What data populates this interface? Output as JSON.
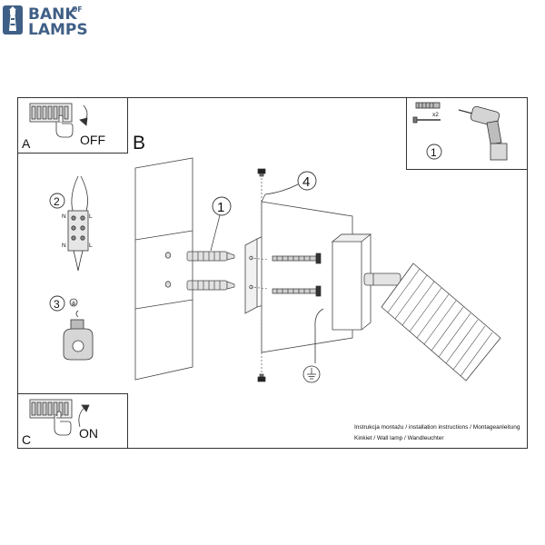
{
  "logo": {
    "line1": "BANK",
    "of": "OF",
    "line2": "LAMPS",
    "color": "#3f5f86"
  },
  "panels": {
    "a": {
      "letter": "A",
      "state": "OFF"
    },
    "b": {
      "letter": "B"
    },
    "c": {
      "letter": "C",
      "state": "ON"
    }
  },
  "callouts": {
    "tools_step": "1",
    "wires_step": "2",
    "ground_step": "3",
    "dowel_step": "1",
    "plate_step": "4"
  },
  "tools": {
    "multiplier": "x2"
  },
  "wire_labels": [
    "N",
    "L",
    "N",
    "L"
  ],
  "footer": {
    "line1": "Instrukcja montażu / installation instructions / Montageanleitung",
    "line2": "Kinkiet / Wall lamp / Wandleuchter"
  },
  "icons": [
    "lighthouse-icon",
    "switch-hand-off-icon",
    "drill-icon",
    "dowel-screw-icon",
    "terminal-block-icon",
    "ground-symbol-icon",
    "switch-hand-on-icon"
  ]
}
